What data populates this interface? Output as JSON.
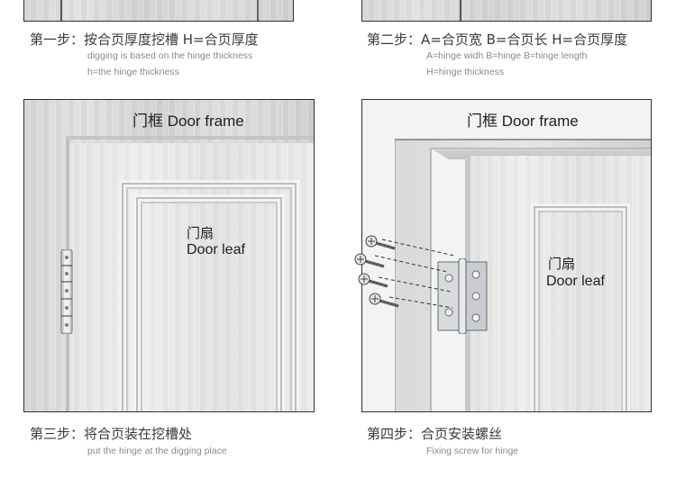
{
  "step1": {
    "title": "第一步：按合页厚度挖槽 H=合页厚度",
    "line1": "digging is based on the hinge thickness",
    "line2": "h=the hinge thickness"
  },
  "step2": {
    "title": "第二步：A=合页宽  B=合页长 H=合页厚度",
    "line1": "A=hinge widh B=hinge B=hinge length",
    "line2": "H=hinge thickness"
  },
  "step3": {
    "title": "第三步：将合页装在挖槽处",
    "line1": "put the hinge at the digging place",
    "frame_label": "门框  Door frame",
    "leaf_cn": "门扇",
    "leaf_en": "Door leaf"
  },
  "step4": {
    "title": "第四步：合页安装螺丝",
    "line1": "Fixing screw for hinge",
    "frame_label": "门框  Door frame",
    "leaf_cn": "门扇",
    "leaf_en": "Door leaf"
  }
}
